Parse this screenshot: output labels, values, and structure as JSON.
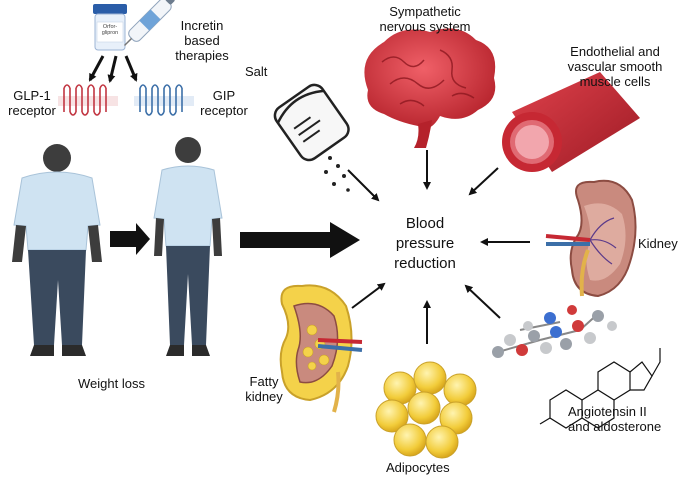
{
  "center": {
    "line1": "Blood",
    "line2": "pressure",
    "line3": "reduction"
  },
  "labels": {
    "incretin": [
      "Incretin",
      "based",
      "therapies"
    ],
    "glp1": [
      "GLP-1",
      "receptor"
    ],
    "gip": [
      "GIP",
      "receptor"
    ],
    "salt": "Salt",
    "sympathetic": [
      "Sympathetic",
      "nervous system"
    ],
    "endothelial": [
      "Endothelial and",
      "vascular smooth",
      "muscle cells"
    ],
    "kidney": "Kidney",
    "weight_loss": "Weight loss",
    "fatty_kidney": [
      "Fatty",
      "kidney"
    ],
    "adipocytes": "Adipocytes",
    "angiotensin": [
      "Angiotensin II",
      "and aldosterone"
    ],
    "vial": [
      "Orfor-",
      "glipron"
    ]
  },
  "colors": {
    "body_shirt": "#cfe3f2",
    "body_skin": "#3d3d3d",
    "body_pants": "#3a4a5e",
    "brain": "#d6343c",
    "vessel": "#c62833",
    "kidney_cortex": "#c98a7e",
    "fat": "#f4d24a",
    "arrow": "#111111"
  },
  "icons": [
    "pill-vial-icon",
    "injection-pen-icon",
    "glp1-receptor-icon",
    "gip-receptor-icon",
    "salt-shaker-icon",
    "brain-icon",
    "blood-vessel-icon",
    "kidney-icon",
    "fatty-kidney-icon",
    "adipocytes-icon",
    "molecule-icon",
    "steroid-structure-icon"
  ]
}
